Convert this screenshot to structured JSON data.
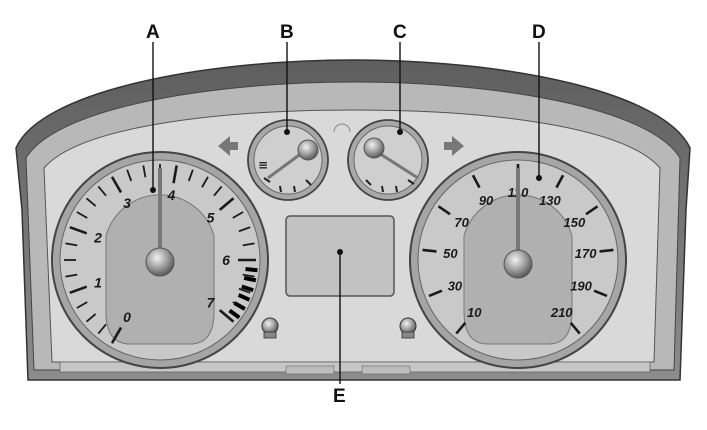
{
  "callouts": {
    "a": "A",
    "b": "B",
    "c": "C",
    "d": "D",
    "e": "E"
  },
  "tachometer": {
    "labels": [
      "0",
      "1",
      "2",
      "3",
      "4",
      "5",
      "6",
      "7"
    ]
  },
  "speedometer": {
    "labels": [
      "10",
      "30",
      "50",
      "70",
      "90",
      "110",
      "130",
      "150",
      "170",
      "190",
      "210"
    ]
  },
  "fuel_gauge": {
    "symbol": "≡"
  },
  "colors": {
    "housing_outer": "#7a7a7a",
    "housing_inner": "#b5b5b5",
    "panel": "#dcdcdc",
    "gauge_face": "#c8c8c8",
    "gauge_center": "#a9a9a9",
    "ink": "#111111"
  },
  "icons": [
    "left-turn-arrow-icon",
    "right-turn-arrow-icon",
    "fuel-symbol-icon",
    "reset-knob-icon"
  ]
}
